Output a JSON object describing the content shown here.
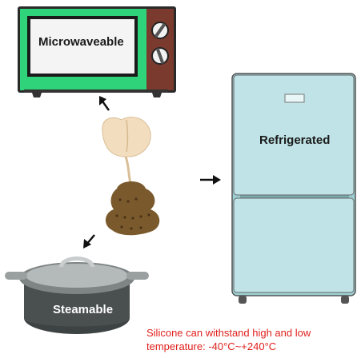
{
  "labels": {
    "microwave": "Microwaveable",
    "refrigerator": "Refrigerated",
    "pot": "Steamable"
  },
  "caption": {
    "line1": "Silicone can withstand high and low",
    "line2": "temperature: -40°C~+240°C"
  },
  "icons": [
    "microwave-icon",
    "refrigerator-icon",
    "cooking-pot-icon",
    "tea-infuser-product",
    "arrow-icon"
  ],
  "colors": {
    "microwave_body": "#2ecc71",
    "microwave_panel": "#7a3b2e",
    "fridge_body": "#bfe3e6",
    "pot_body": "#4a4f4f",
    "caption_text": "#e0201c",
    "product_top": "#f3ddbf",
    "product_bottom": "#7a5a2c"
  }
}
